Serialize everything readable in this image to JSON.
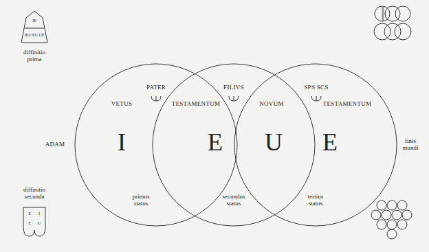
{
  "diagram": {
    "nodes": [
      {
        "text": [
          "PATER",
          "VETUS",
          "I",
          "primus status"
        ]
      },
      {
        "text": [
          "FILIVS",
          "TESTAMENTUM",
          "E",
          "secundus status"
        ]
      },
      {
        "text": [
          "SPS SCS",
          "NOVUM",
          "U",
          "TESTAMENTUM",
          "E",
          "tertius status"
        ]
      }
    ],
    "labels": [
      "ADAM",
      "finis mundi",
      "diffinitio prima",
      "diffinitio secunda",
      "IE",
      "IEU EU UE",
      "E",
      "I",
      "E",
      "U"
    ]
  }
}
